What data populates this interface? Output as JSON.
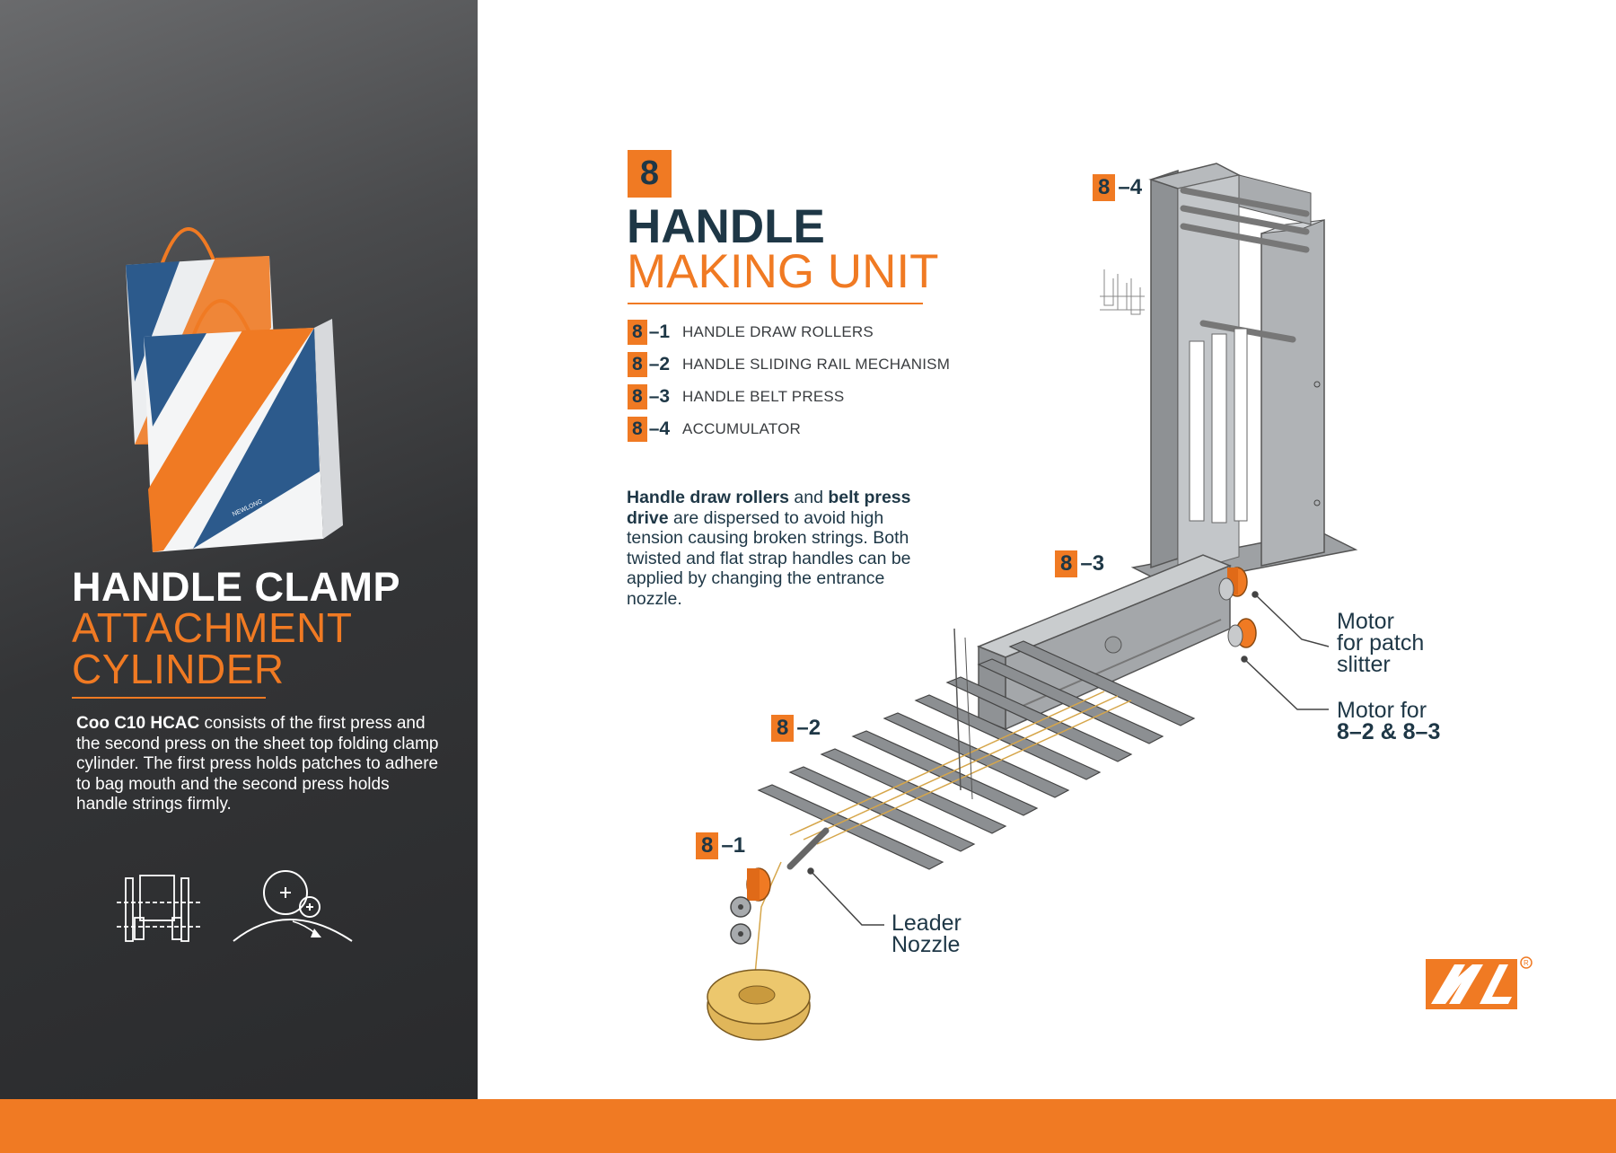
{
  "left": {
    "title_line1": "HANDLE CLAMP",
    "title_line2": "ATTACHMENT",
    "title_line3": "CYLINDER",
    "desc_bold": "Coo C10 HCAC",
    "desc_rest": " consists of the first press and the second press on the sheet top folding clamp cylinder. The first press holds patches to adhere to bag mouth and the second press holds handle strings firmly.",
    "bag_print": "NEWLONG"
  },
  "section": {
    "number": "8",
    "title_line1": "HANDLE",
    "title_line2": "MAKING UNIT",
    "parts": [
      {
        "num": "8",
        "sub": "–1",
        "label": "HANDLE DRAW ROLLERS"
      },
      {
        "num": "8",
        "sub": "–2",
        "label": "HANDLE SLIDING RAIL MECHANISM"
      },
      {
        "num": "8",
        "sub": "–3",
        "label": "HANDLE BELT PRESS"
      },
      {
        "num": "8",
        "sub": "–4",
        "label": "ACCUMULATOR"
      }
    ],
    "desc_b1": "Handle draw rollers",
    "desc_t1": " and ",
    "desc_b2": "belt press drive",
    "desc_t2": " are dispersed to avoid high tension causing broken strings. Both twisted and flat strap handles can be applied by changing the entrance nozzle."
  },
  "callouts": {
    "c84": {
      "num": "8",
      "sub": "–4"
    },
    "c83": {
      "num": "8",
      "sub": "–3"
    },
    "c82": {
      "num": "8",
      "sub": "–2"
    },
    "c81": {
      "num": "8",
      "sub": "–1"
    }
  },
  "annotations": {
    "motor_patch_line1": "Motor",
    "motor_patch_line2": "for patch",
    "motor_patch_line3": "slitter",
    "motor_for": "Motor for",
    "motor_for_codes": "8–2 & 8–3",
    "leader_line1": "Leader",
    "leader_line2": "Nozzle"
  },
  "colors": {
    "accent": "#f07a23",
    "navy": "#1e3746",
    "panel_dark": "#2a2b2d",
    "machine_gray": "#a3a6a9"
  }
}
